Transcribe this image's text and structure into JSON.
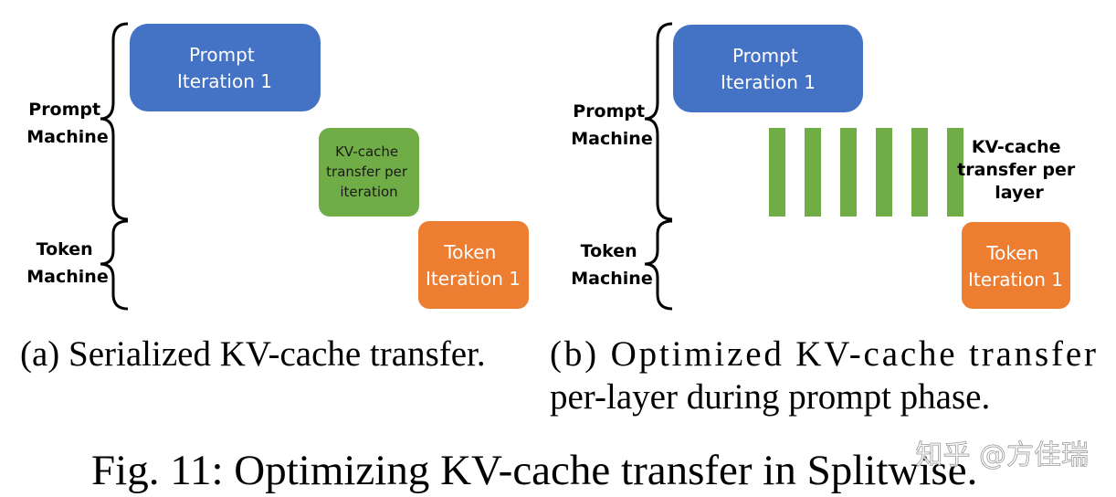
{
  "panel_a": {
    "prompt_machine_label": [
      "Prompt",
      "Machine"
    ],
    "token_machine_label": [
      "Token",
      "Machine"
    ],
    "prompt_box": {
      "lines": [
        "Prompt",
        "Iteration 1"
      ],
      "color": "#4472C4"
    },
    "transfer_box": {
      "lines": [
        "KV-cache",
        "transfer per",
        "iteration"
      ],
      "color": "#70AD47"
    },
    "token_box": {
      "lines": [
        "Token",
        "Iteration 1"
      ],
      "color": "#ED7D31"
    },
    "caption": "(a) Serialized KV-cache transfer."
  },
  "panel_b": {
    "prompt_machine_label": [
      "Prompt",
      "Machine"
    ],
    "token_machine_label": [
      "Token",
      "Machine"
    ],
    "prompt_box": {
      "lines": [
        "Prompt",
        "Iteration 1"
      ],
      "color": "#4472C4"
    },
    "transfer_bars": {
      "count": 6,
      "color": "#70AD47"
    },
    "transfer_label": [
      "KV-cache",
      "transfer per",
      "layer"
    ],
    "token_box": {
      "lines": [
        "Token",
        "Iteration 1"
      ],
      "color": "#ED7D31"
    },
    "caption": [
      "(b) Optimized KV-cache transfer",
      "per-layer during prompt phase."
    ]
  },
  "figure_caption": "Fig. 11: Optimizing KV-cache transfer in Splitwise.",
  "watermark": "知乎 @方佳瑞"
}
